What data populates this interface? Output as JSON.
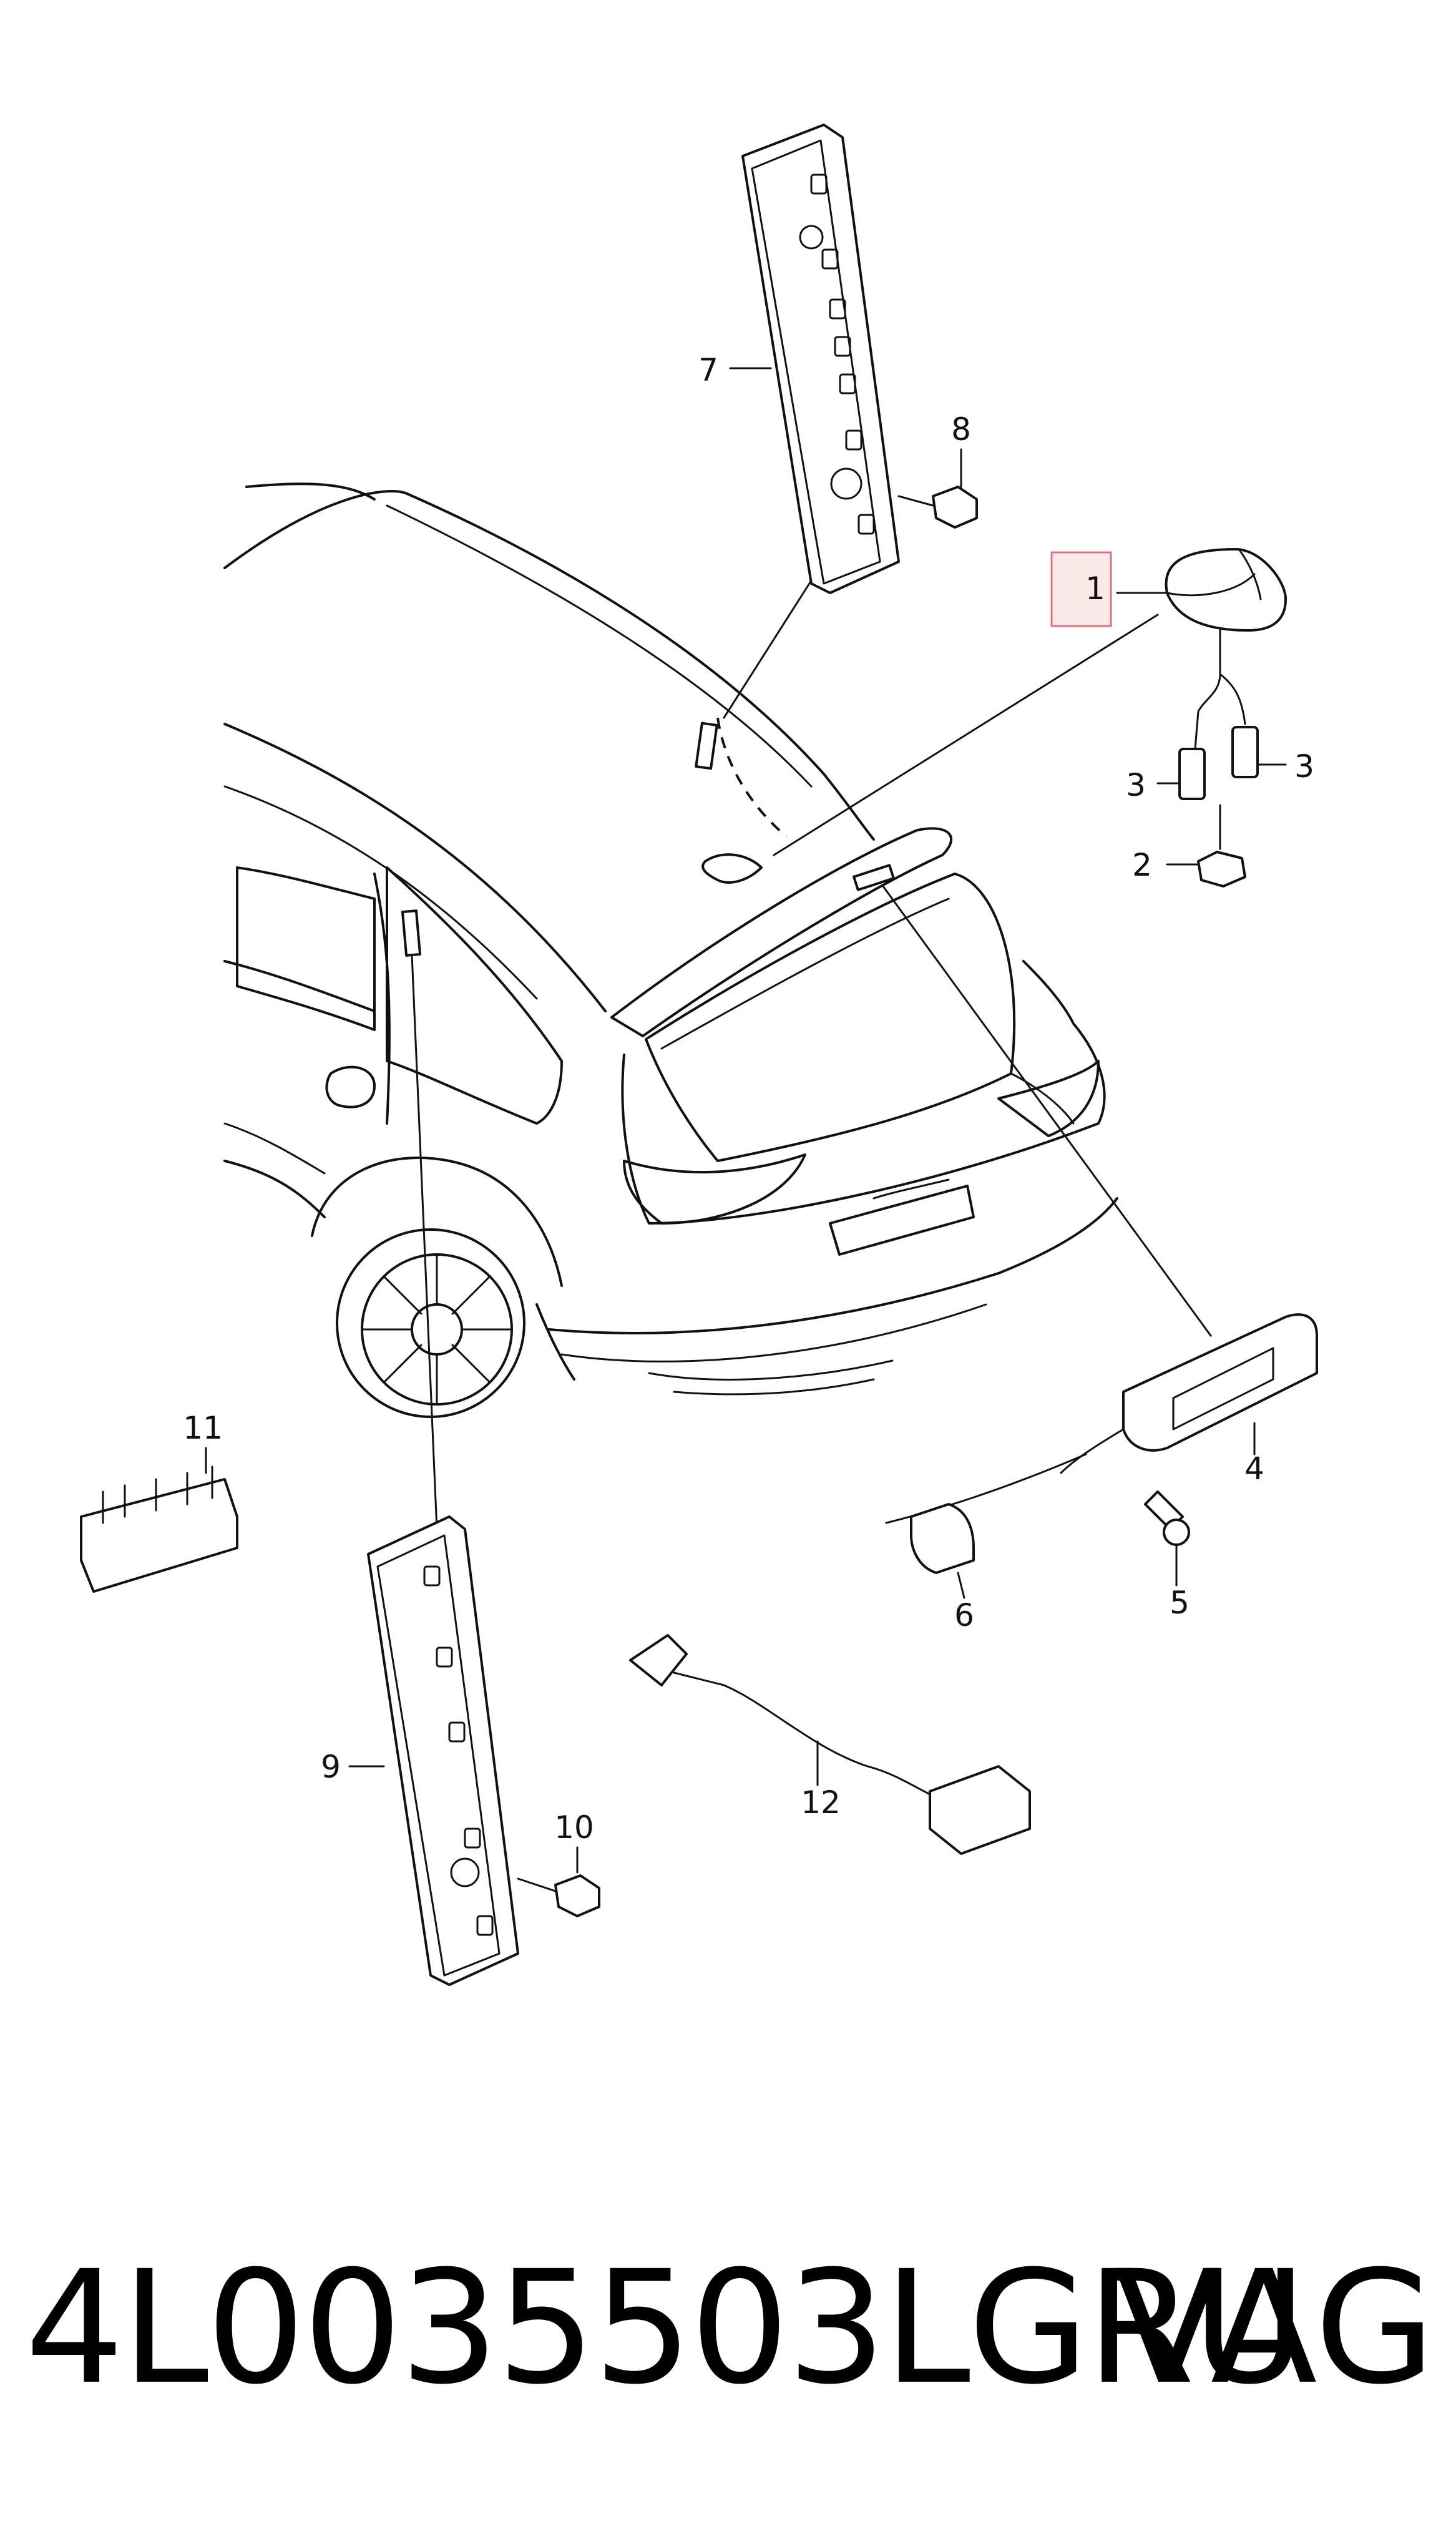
{
  "diagram": {
    "callouts": [
      {
        "id": "1",
        "label": "1"
      },
      {
        "id": "2",
        "label": "2"
      },
      {
        "id": "3a",
        "label": "3"
      },
      {
        "id": "3b",
        "label": "3"
      },
      {
        "id": "4",
        "label": "4"
      },
      {
        "id": "5",
        "label": "5"
      },
      {
        "id": "6",
        "label": "6"
      },
      {
        "id": "7",
        "label": "7"
      },
      {
        "id": "8",
        "label": "8"
      },
      {
        "id": "9",
        "label": "9"
      },
      {
        "id": "10",
        "label": "10"
      },
      {
        "id": "11",
        "label": "11"
      },
      {
        "id": "12",
        "label": "12"
      }
    ],
    "highlight_color": "#d9747a"
  },
  "footer": {
    "part_number": "4L0035503LGRU",
    "brand": "VAG"
  }
}
